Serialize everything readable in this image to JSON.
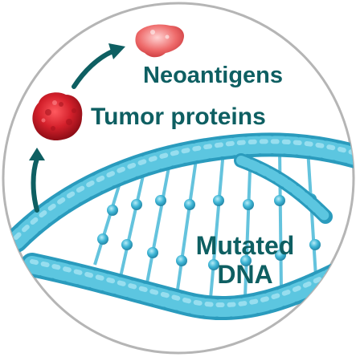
{
  "labels": {
    "neoantigens": "Neoantigens",
    "tumor_proteins": "Tumor proteins",
    "mutated_dna_line1": "Mutated",
    "mutated_dna_line2": "DNA"
  },
  "colors": {
    "text": "#0e5f62",
    "arrow": "#0e5f62",
    "circle_border": "#b5b5b5",
    "dna": "#3fb6d6",
    "dna_shadow": "#1f8aaa",
    "dna_highlight": "#9fe2f2",
    "tumor_protein": "#d4202b",
    "neoantigen": "#ee6a6a"
  },
  "icons": [
    "neoantigen-blob-icon",
    "tumor-protein-blob-icon",
    "dna-helix-icon",
    "arrow-up-icon",
    "arrow-up-right-icon"
  ]
}
